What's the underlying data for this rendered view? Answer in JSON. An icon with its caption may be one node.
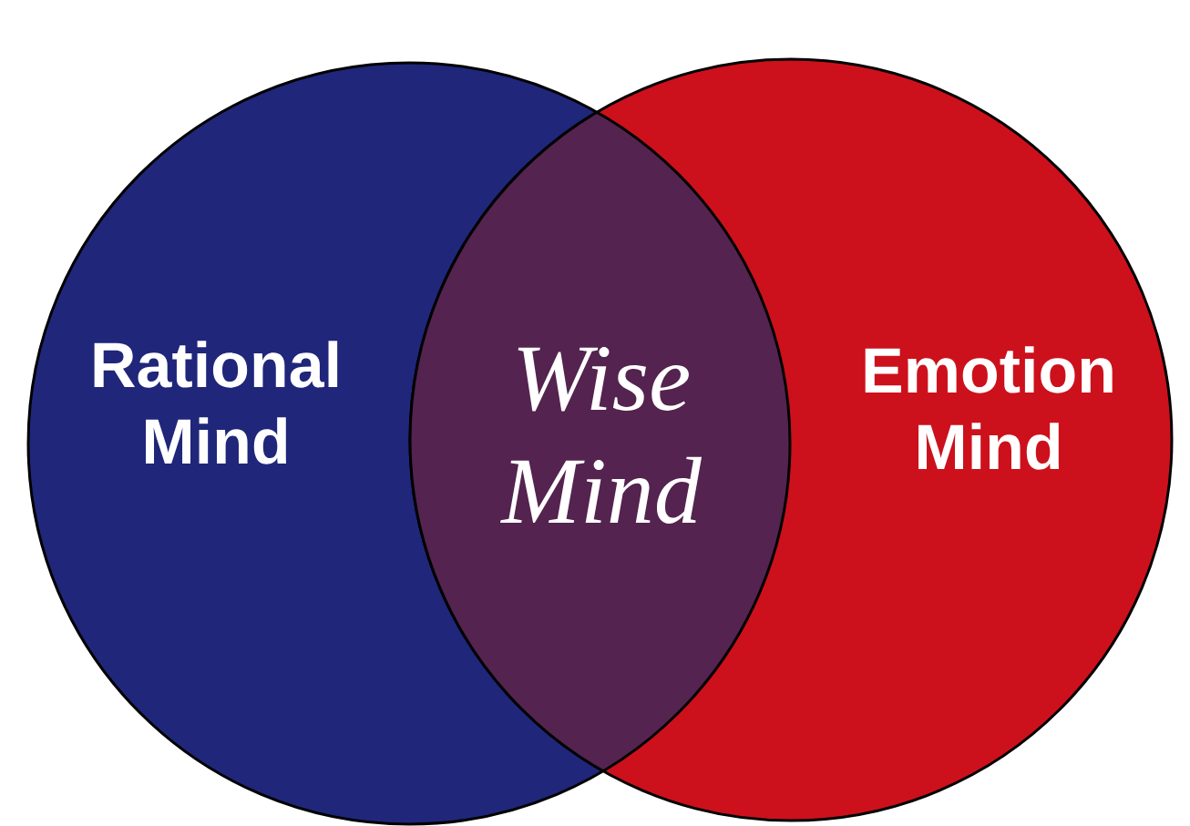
{
  "diagram": {
    "nodes": [
      {
        "text": [
          "Rational Mind"
        ]
      },
      {
        "text": [
          "Emotion Mind"
        ]
      },
      {
        "text": [
          "Wise Mind"
        ]
      }
    ]
  }
}
